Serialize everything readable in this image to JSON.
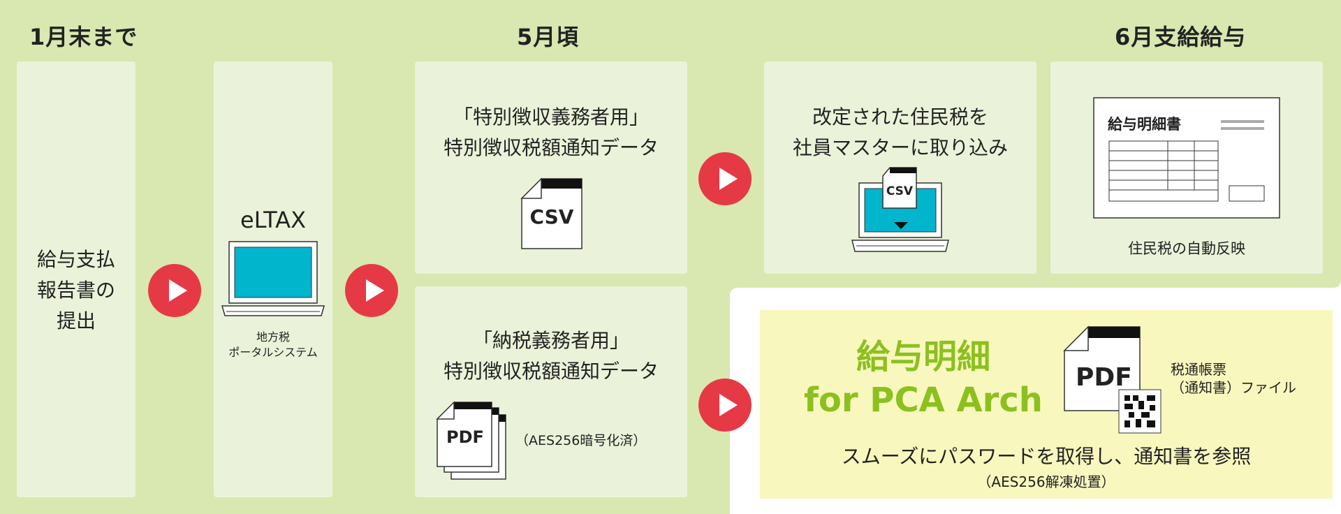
{
  "headers": {
    "col1": "1月末まで",
    "col2": "5月頃",
    "col3": "6月支給給与"
  },
  "step1": {
    "lines": [
      "給与支払",
      "報告書の",
      "提出"
    ]
  },
  "step2": {
    "title": "eLTAX",
    "caption_lines": [
      "地方税",
      "ポータルシステム"
    ]
  },
  "step3a": {
    "lines": [
      "「特別徴収義務者用」",
      "特別徴収税額通知データ"
    ],
    "file_label": "CSV"
  },
  "step3b": {
    "lines": [
      "「納税義務者用」",
      "特別徴収税額通知データ"
    ],
    "file_label": "PDF",
    "note": "（AES256暗号化済）"
  },
  "step4": {
    "lines": [
      "改定された住民税を",
      "社員マスターに取り込み"
    ],
    "file_label": "CSV"
  },
  "step5": {
    "doc_title": "給与明細書",
    "caption": "住民税の自動反映"
  },
  "product": {
    "name_line1": "給与明細",
    "name_line2": "for PCA Arch",
    "file_label": "PDF",
    "file_caption_lines": [
      "税通帳票",
      "（通知書）ファイル"
    ],
    "desc": "スムーズにパスワードを取得し、通知書を参照",
    "desc_note": "（AES256解凍処置）"
  },
  "colors": {
    "outer_green": "#d8e8b0",
    "panel": "#eaf3d9",
    "play_red": "#e63946",
    "screen_cyan": "#00b5cc",
    "brand_green": "#8cc01f",
    "yellow": "#f8f7be"
  },
  "icons": [
    "play-arrow-icon",
    "laptop-icon",
    "csv-file-icon",
    "pdf-file-stack-icon",
    "pdf-file-icon",
    "qr-code-icon",
    "download-arrow-icon",
    "payslip-document-icon"
  ]
}
